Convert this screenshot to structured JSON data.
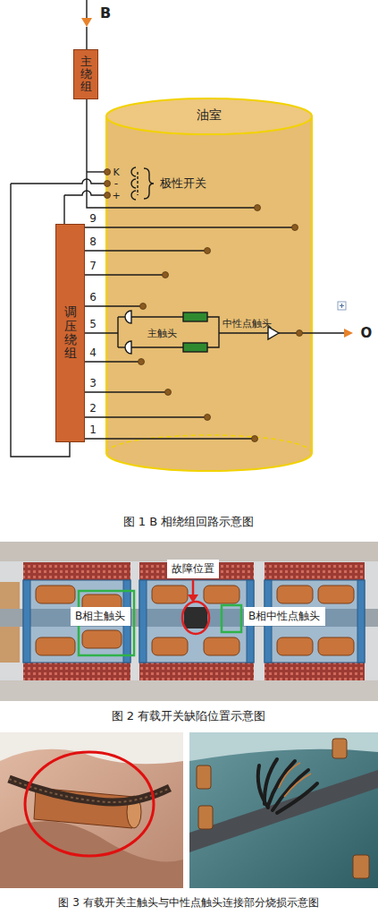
{
  "diagram": {
    "nodes": [
      {
        "text": [
          "主绕组"
        ]
      },
      {
        "text": [
          "油室"
        ]
      },
      {
        "text": [
          "调压绕组"
        ]
      },
      {
        "text": [
          "故障位置"
        ]
      },
      {
        "text": [
          "B相主触头"
        ]
      },
      {
        "text": [
          "B相中性点触头"
        ]
      }
    ],
    "labels": [
      "B",
      "K",
      "-",
      "+",
      "极性开关",
      "9",
      "8",
      "7",
      "6",
      "5",
      "4",
      "3",
      "2",
      "1",
      "主触头",
      "中性点触头",
      "O",
      "图 1 B 相绕组回路示意图",
      "图 2 有载开关缺陷位置示意图",
      "图 3 有载开关主触头与中性点触头连接部分烧损示意图"
    ]
  }
}
